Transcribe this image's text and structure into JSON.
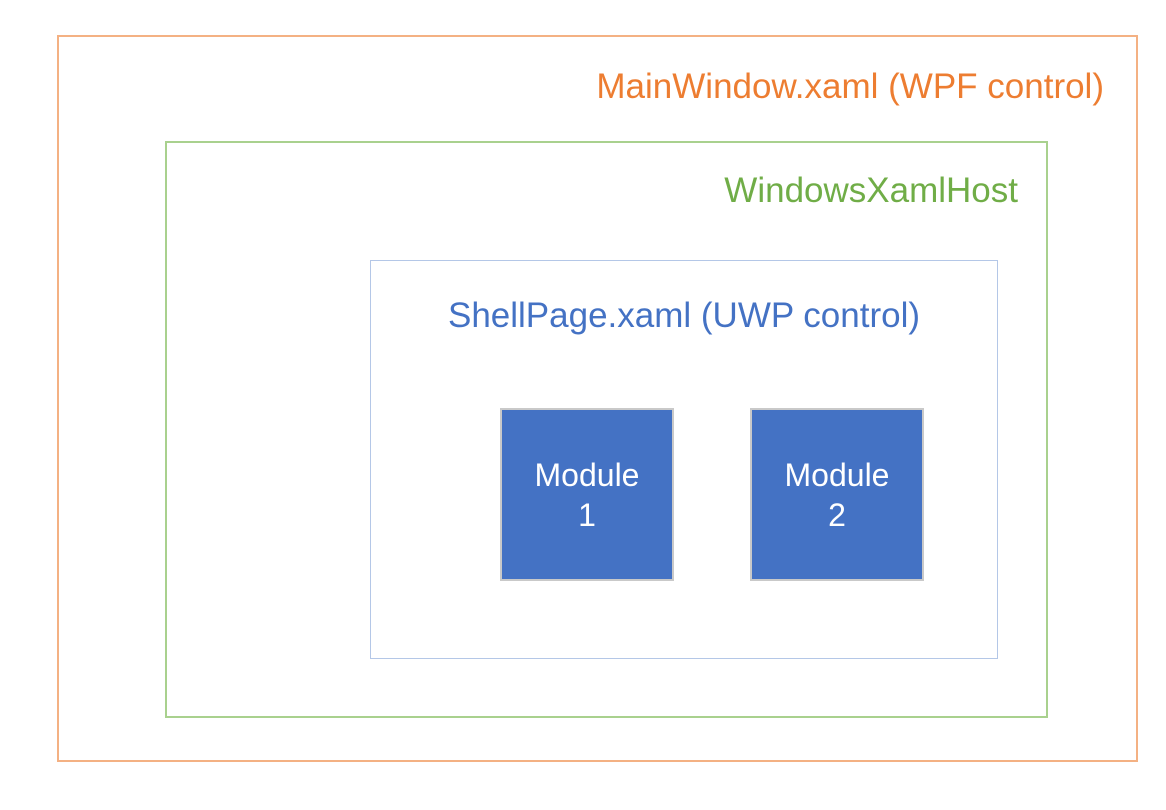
{
  "diagram": {
    "title": "MainWindow.xaml (WPF control)",
    "background_color": "#FFFFFF",
    "outer_box": {
      "label": "MainWindow.xaml (WPF control)",
      "text_color": "#ED7D31",
      "border_color": "#F4B183"
    },
    "host_box": {
      "label": "WindowsXamlHost",
      "text_color": "#70AD47",
      "border_color": "#A9D18E"
    },
    "shell_box": {
      "label": "ShellPage.xaml (UWP control)",
      "text_color": "#4472C4",
      "border_color": "#B4C7E7"
    },
    "modules": [
      {
        "line1": "Module",
        "line2": "1",
        "fill_color": "#4472C4",
        "border_color": "#C9C9C9",
        "text_color": "#FFFFFF"
      },
      {
        "line1": "Module",
        "line2": "2",
        "fill_color": "#4472C4",
        "border_color": "#C9C9C9",
        "text_color": "#FFFFFF"
      }
    ]
  }
}
